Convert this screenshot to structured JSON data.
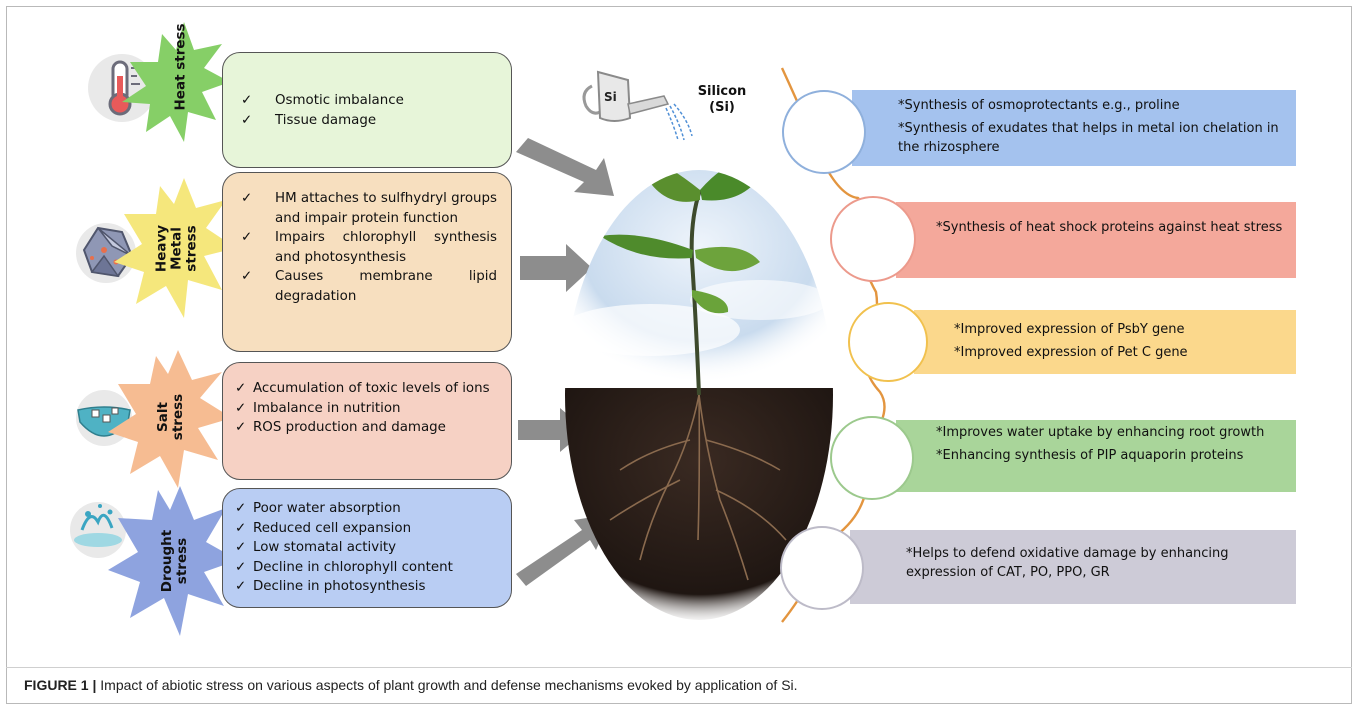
{
  "stresses": [
    {
      "name": "Heat stress",
      "items": [
        "Osmotic imbalance",
        "Tissue damage"
      ],
      "color": "#e7f5d9",
      "star": "#86cf67"
    },
    {
      "name": "Heavy Metal stress",
      "items": [
        "HM attaches to sulfhydryl groups and impair protein function",
        "Impairs chlorophyll synthesis and photosynthesis",
        "Causes membrane lipid degradation"
      ],
      "color": "#f7dfbf",
      "star": "#f5e77c"
    },
    {
      "name": "Salt stress",
      "items": [
        "Accumulation of toxic levels of ions",
        "Imbalance in nutrition",
        "ROS production and damage"
      ],
      "color": "#f6d1c4",
      "star": "#f6bc92"
    },
    {
      "name": "Drought stress",
      "items": [
        "Poor water absorption",
        "Reduced cell expansion",
        "Low stomatal activity",
        "Decline in chlorophyll content",
        "Decline in photosynthesis"
      ],
      "color": "#b9cdf3",
      "star": "#8ea3df"
    }
  ],
  "silicon": {
    "symbol": "Si",
    "label_line1": "Silicon",
    "label_line2": "(Si)"
  },
  "mechanisms": [
    {
      "lines": [
        "*Synthesis of osmoprotectants e.g., proline",
        "*Synthesis of exudates that helps in metal ion chelation in the rhizosphere"
      ],
      "color": "#a4c2ee",
      "ring": "#8fb0dc"
    },
    {
      "lines": [
        "*Synthesis of heat shock proteins against heat stress"
      ],
      "color": "#f4a89b",
      "ring": "#ec9a8c"
    },
    {
      "lines": [
        "*Improved expression of PsbY gene",
        "*Improved expression of Pet C gene"
      ],
      "color": "#fbd88c",
      "ring": "#f1c14e"
    },
    {
      "lines": [
        "*Improves water uptake by enhancing root growth",
        "*Enhancing synthesis of PIP aquaporin proteins"
      ],
      "color": "#a9d59a",
      "ring": "#9cc98d"
    },
    {
      "lines": [
        "*Helps to defend oxidative damage by enhancing expression of CAT, PO, PPO, GR"
      ],
      "color": "#cdcbd7",
      "ring": "#bdbbc8"
    }
  ],
  "caption": {
    "label": "FIGURE 1 |",
    "text": " Impact of abiotic stress on various aspects of plant growth and defense mechanisms evoked by application of Si."
  },
  "colors": {
    "vine": "#e3953f",
    "arrow": "#8d8d8d"
  }
}
